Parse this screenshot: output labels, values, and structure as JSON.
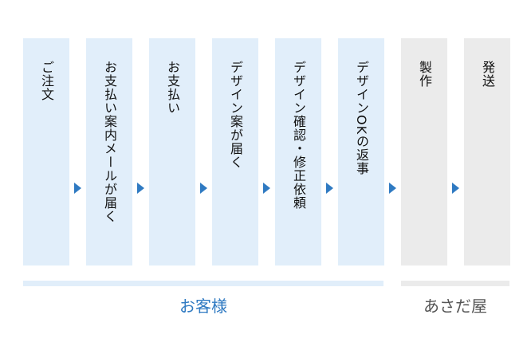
{
  "steps": [
    {
      "label": "ご注文",
      "owner": "customer"
    },
    {
      "label": "お支払い案内メールが届く",
      "owner": "customer"
    },
    {
      "label": "お支払い",
      "owner": "customer"
    },
    {
      "label": "デザイン案が届く",
      "owner": "customer"
    },
    {
      "label": "デザイン確認・修正依頼",
      "owner": "customer"
    },
    {
      "label": "デザインOKの返事",
      "owner": "customer"
    },
    {
      "label": "製作",
      "owner": "shop"
    },
    {
      "label": "発送",
      "owner": "shop"
    }
  ],
  "parties": {
    "customer": "お客様",
    "shop": "あさだ屋"
  },
  "colors": {
    "customer_bg": "#e1eefa",
    "shop_bg": "#ebebeb",
    "arrow": "#2f7ac2",
    "customer_text": "#2f7ac2",
    "shop_text": "#555555"
  }
}
